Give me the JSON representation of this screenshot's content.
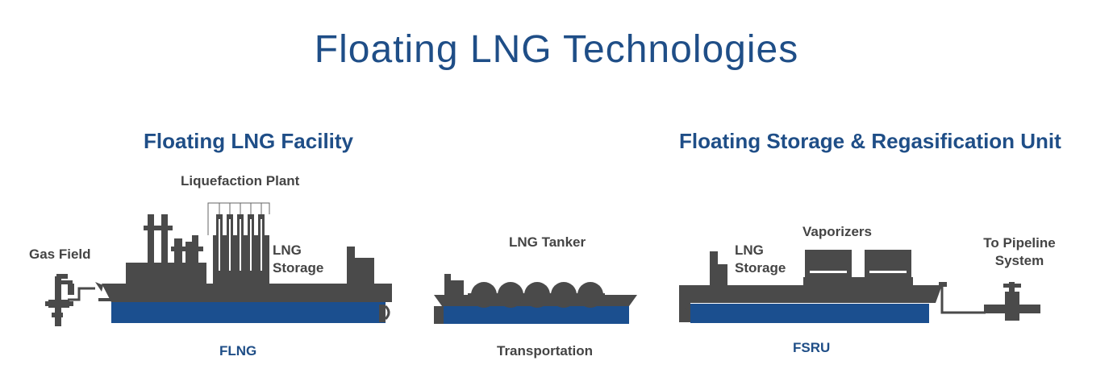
{
  "title": "Floating LNG Technologies",
  "sections": {
    "flng": {
      "heading": "Floating LNG Facility",
      "liquefaction_label": "Liquefaction Plant",
      "gas_field_label": "Gas Field",
      "storage_label_line1": "LNG",
      "storage_label_line2": "Storage",
      "caption": "FLNG"
    },
    "tanker": {
      "label": "LNG Tanker",
      "caption": "Transportation"
    },
    "fsru": {
      "heading": "Floating Storage & Regasification Unit",
      "storage_label_line1": "LNG",
      "storage_label_line2": "Storage",
      "vaporizers_label": "Vaporizers",
      "pipeline_label_line1": "To Pipeline",
      "pipeline_label_line2": "System",
      "caption": "FSRU"
    }
  },
  "colors": {
    "title_blue": "#1f4e87",
    "hull_blue": "#1b4f8f",
    "ship_grey": "#4a4a4a",
    "label_grey": "#444444"
  }
}
